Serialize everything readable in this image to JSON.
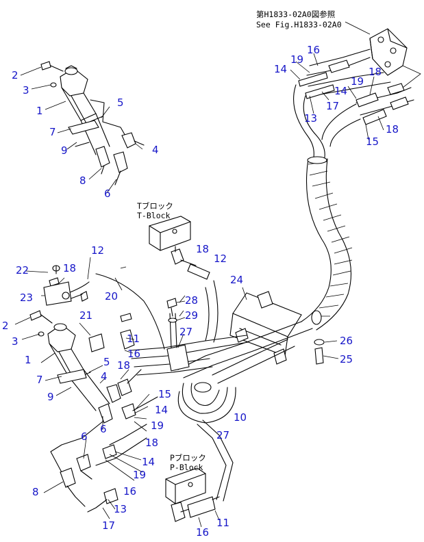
{
  "reference_note": {
    "line1": "第H1833-02A0図参照",
    "line2": "See Fig.H1833-02A0"
  },
  "block_labels": {
    "t_block_jp": "Tブロック",
    "t_block_en": "T-Block",
    "p_block_jp": "Pブロック",
    "p_block_en": "P-Block"
  },
  "callouts": {
    "c1": "2",
    "c2": "3",
    "c3": "1",
    "c4": "5",
    "c5": "7",
    "c6": "9",
    "c7": "4",
    "c8": "8",
    "c9": "6",
    "c10": "14",
    "c11": "19",
    "c12": "16",
    "c13": "18",
    "c14": "14",
    "c15": "19",
    "c16": "17",
    "c17": "13",
    "c18": "18",
    "c19": "15",
    "c20": "18",
    "c21": "12",
    "c22": "24",
    "c23": "26",
    "c24": "25",
    "c25": "12",
    "c26": "22",
    "c27": "18",
    "c28": "23",
    "c29": "20",
    "c30": "28",
    "c31": "29",
    "c32": "21",
    "c33": "27",
    "c34": "2",
    "c35": "3",
    "c36": "11",
    "c37": "16",
    "c38": "1",
    "c39": "5",
    "c40": "7",
    "c41": "4",
    "c42": "9",
    "c43": "18",
    "c44": "15",
    "c45": "14",
    "c46": "10",
    "c47": "19",
    "c48": "27",
    "c49": "6",
    "c50": "18",
    "c51": "6",
    "c52": "14",
    "c53": "19",
    "c54": "8",
    "c55": "16",
    "c56": "13",
    "c57": "17",
    "c58": "11",
    "c59": "16"
  }
}
